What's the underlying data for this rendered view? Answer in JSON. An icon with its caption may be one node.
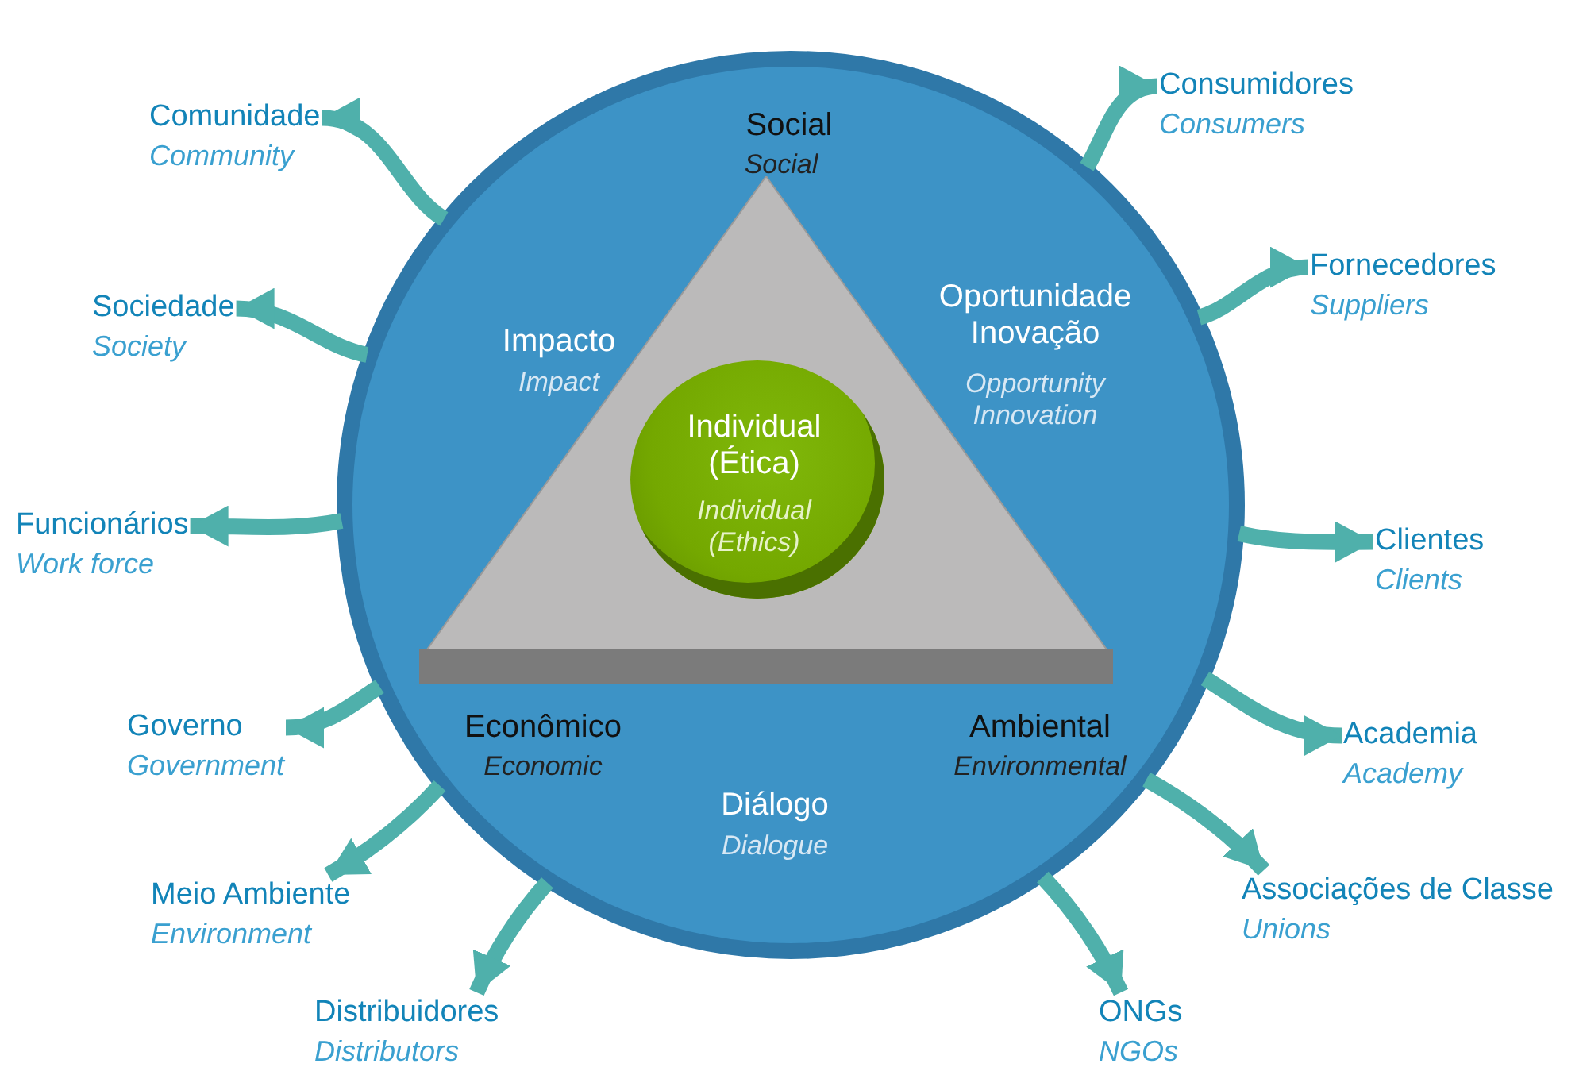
{
  "diagram": {
    "nodes": [
      {
        "text": [
          "Diálogo",
          "Dialogue"
        ]
      },
      {
        "text": [],
        "shape": "triangle",
        "in": 0
      },
      {
        "text": [
          "Individual (Ética)",
          "Individual (Ethics)"
        ],
        "in": 1
      },
      {
        "text": [
          "Consumidores",
          "Consumers"
        ]
      },
      {
        "text": [
          "Comunidade",
          "Community"
        ]
      },
      {
        "text": [
          "Fornecedores",
          "Suppliers"
        ]
      },
      {
        "text": [
          "Sociedade",
          "Society"
        ]
      },
      {
        "text": [
          "Funcionários",
          "Work force"
        ]
      },
      {
        "text": [
          "Clientes",
          "Clients"
        ]
      },
      {
        "text": [
          "Governo",
          "Government"
        ]
      },
      {
        "text": [
          "Academia",
          "Academy"
        ]
      },
      {
        "text": [
          "Associações de Classe",
          "Unions"
        ]
      },
      {
        "text": [
          "Meio Ambiente",
          "Environment"
        ]
      },
      {
        "text": [
          "Distribuidores",
          "Distributors"
        ]
      },
      {
        "text": [
          "ONGs",
          "NGOs"
        ]
      }
    ],
    "edges": [
      {
        "from": 0,
        "to": 3,
        "arrow": "to"
      },
      {
        "from": 0,
        "to": 4,
        "arrow": "to"
      },
      {
        "from": 0,
        "to": 5,
        "arrow": "to"
      },
      {
        "from": 0,
        "to": 6,
        "arrow": "to"
      },
      {
        "from": 0,
        "to": 7,
        "arrow": "to"
      },
      {
        "from": 0,
        "to": 8,
        "arrow": "to"
      },
      {
        "from": 0,
        "to": 9,
        "arrow": "to"
      },
      {
        "from": 0,
        "to": 10,
        "arrow": "to"
      },
      {
        "from": 0,
        "to": 11,
        "arrow": "to"
      },
      {
        "from": 0,
        "to": 12,
        "arrow": "to"
      },
      {
        "from": 0,
        "to": 13,
        "arrow": "to"
      },
      {
        "from": 0,
        "to": 14,
        "arrow": "to"
      }
    ],
    "labels": [
      "Social",
      "Social",
      "Impacto",
      "Impact",
      "Oportunidade Inovação",
      "Opportunity Innovation",
      "Econômico",
      "Economic",
      "Ambiental",
      "Environmental"
    ]
  }
}
